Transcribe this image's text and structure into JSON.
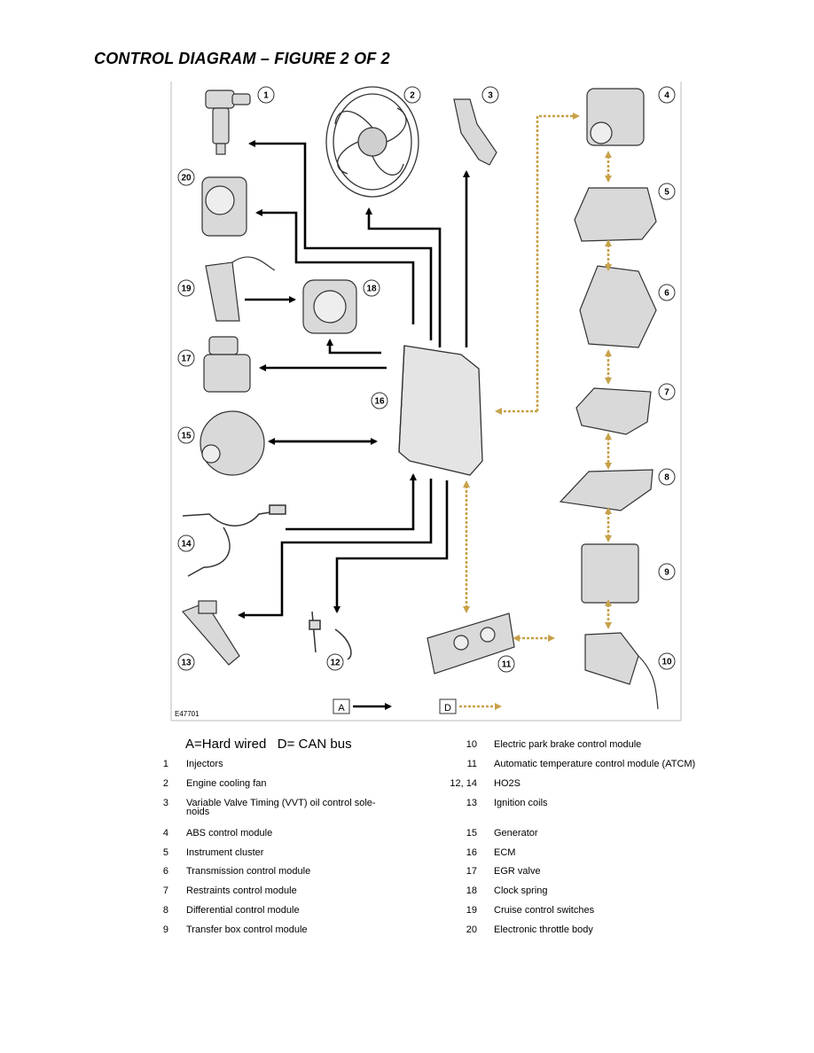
{
  "title": "CONTROL DIAGRAM – FIGURE 2 OF 2",
  "figure_id": "E47701",
  "key": {
    "hard_box": "A",
    "can_box": "D",
    "description": "A=Hard wired   D= CAN bus"
  },
  "colors": {
    "hard_wired": "#000000",
    "can_bus": "#c8a24a",
    "frame": "#bbbbbb"
  },
  "callouts": [
    "1",
    "2",
    "3",
    "4",
    "5",
    "6",
    "7",
    "8",
    "9",
    "10",
    "11",
    "12",
    "13",
    "14",
    "15",
    "16",
    "17",
    "18",
    "19",
    "20"
  ],
  "legend": [
    {
      "num": "1",
      "text": "Injectors"
    },
    {
      "num": "2",
      "text": "Engine cooling fan"
    },
    {
      "num": "3",
      "text": "Variable Valve Timing (VVT) oil control sole-",
      "text2": "noids"
    },
    {
      "num": "4",
      "text": "ABS control module"
    },
    {
      "num": "5",
      "text": "Instrument cluster"
    },
    {
      "num": "6",
      "text": "Transmission control module"
    },
    {
      "num": "7",
      "text": "Restraints control module"
    },
    {
      "num": "8",
      "text": "Differential control module"
    },
    {
      "num": "9",
      "text": "Transfer box control module"
    },
    {
      "num": "10",
      "text": "Electric park brake control module"
    },
    {
      "num": "11",
      "text": "Automatic temperature control module (ATCM)"
    },
    {
      "num": "12, 14",
      "text": "HO2S"
    },
    {
      "num": "13",
      "text": "Ignition coils"
    },
    {
      "num": "15",
      "text": "Generator"
    },
    {
      "num": "16",
      "text": "ECM"
    },
    {
      "num": "17",
      "text": "EGR valve"
    },
    {
      "num": "18",
      "text": "Clock spring"
    },
    {
      "num": "19",
      "text": "Cruise control switches"
    },
    {
      "num": "20",
      "text": "Electronic throttle body"
    }
  ]
}
